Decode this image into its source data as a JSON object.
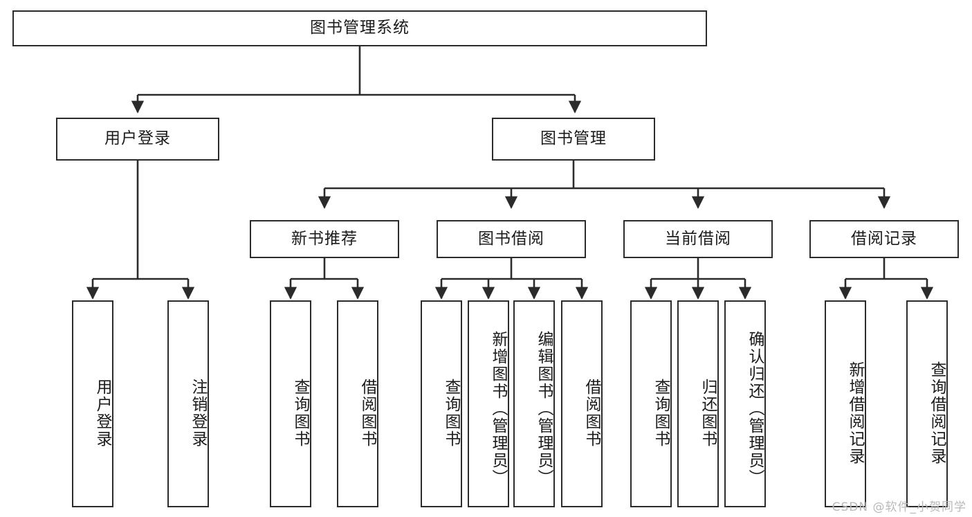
{
  "diagram": {
    "title": "图书管理系统",
    "type": "tree-hierarchy-chart",
    "colors": {
      "stroke": "#2b2b2b",
      "fill": "#ffffff",
      "text": "#1b1b1b",
      "watermark": "#b9b9b9"
    },
    "root": {
      "id": "root",
      "label": "图书管理系统"
    },
    "level2": [
      {
        "id": "user-login",
        "label": "用户登录"
      },
      {
        "id": "book-manage",
        "label": "图书管理"
      }
    ],
    "level3": [
      {
        "id": "new-book-rec",
        "label": "新书推荐"
      },
      {
        "id": "book-borrow",
        "label": "图书借阅"
      },
      {
        "id": "current-borrow",
        "label": "当前借阅"
      },
      {
        "id": "borrow-record",
        "label": "借阅记录"
      }
    ],
    "leaves": [
      {
        "id": "leaf-user-login",
        "label": "用户登录",
        "parent": "user-login"
      },
      {
        "id": "leaf-user-logout",
        "label": "注销登录",
        "parent": "user-login"
      },
      {
        "id": "leaf-query-book-1",
        "label": "查询图书",
        "parent": "new-book-rec"
      },
      {
        "id": "leaf-borrow-book-1",
        "label": "借阅图书",
        "parent": "new-book-rec"
      },
      {
        "id": "leaf-query-book-2",
        "label": "查询图书",
        "parent": "book-borrow"
      },
      {
        "id": "leaf-add-book",
        "label": "新增图书（管理员）",
        "parent": "book-borrow"
      },
      {
        "id": "leaf-edit-book",
        "label": "编辑图书（管理员）",
        "parent": "book-borrow"
      },
      {
        "id": "leaf-borrow-book-2",
        "label": "借阅图书",
        "parent": "book-borrow"
      },
      {
        "id": "leaf-query-book-3",
        "label": "查询图书",
        "parent": "current-borrow"
      },
      {
        "id": "leaf-return-book",
        "label": "归还图书",
        "parent": "current-borrow"
      },
      {
        "id": "leaf-confirm-return",
        "label": "确认归还（管理员）",
        "parent": "current-borrow"
      },
      {
        "id": "leaf-add-record",
        "label": "新增借阅记录",
        "parent": "borrow-record"
      },
      {
        "id": "leaf-query-record",
        "label": "查询借阅记录",
        "parent": "borrow-record"
      }
    ]
  },
  "watermark": {
    "text": "CSDN @软件_小贺同学"
  }
}
